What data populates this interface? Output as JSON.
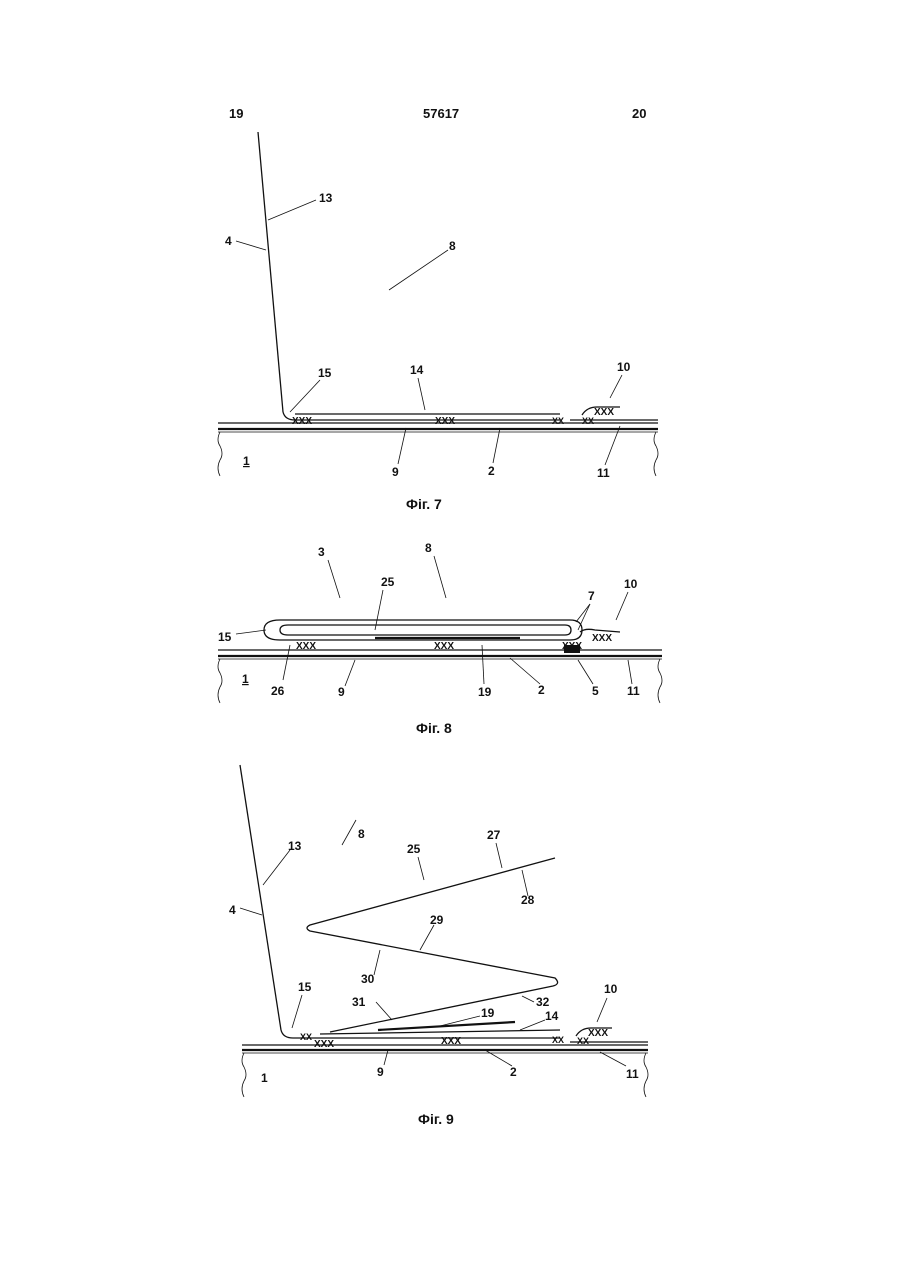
{
  "header": {
    "left_page": "19",
    "doc_number": "57617",
    "right_page": "20"
  },
  "figures": [
    {
      "caption": "Фіг. 7",
      "labels": [
        "13",
        "4",
        "8",
        "15",
        "14",
        "10",
        "1",
        "9",
        "2",
        "11"
      ]
    },
    {
      "caption": "Фіг. 8",
      "labels": [
        "3",
        "8",
        "25",
        "10",
        "7",
        "15",
        "26",
        "9",
        "19",
        "2",
        "5",
        "11",
        "1"
      ]
    },
    {
      "caption": "Фіг. 9",
      "labels": [
        "8",
        "13",
        "25",
        "27",
        "28",
        "4",
        "29",
        "30",
        "15",
        "31",
        "19",
        "32",
        "14",
        "10",
        "1",
        "9",
        "2",
        "11"
      ]
    }
  ]
}
